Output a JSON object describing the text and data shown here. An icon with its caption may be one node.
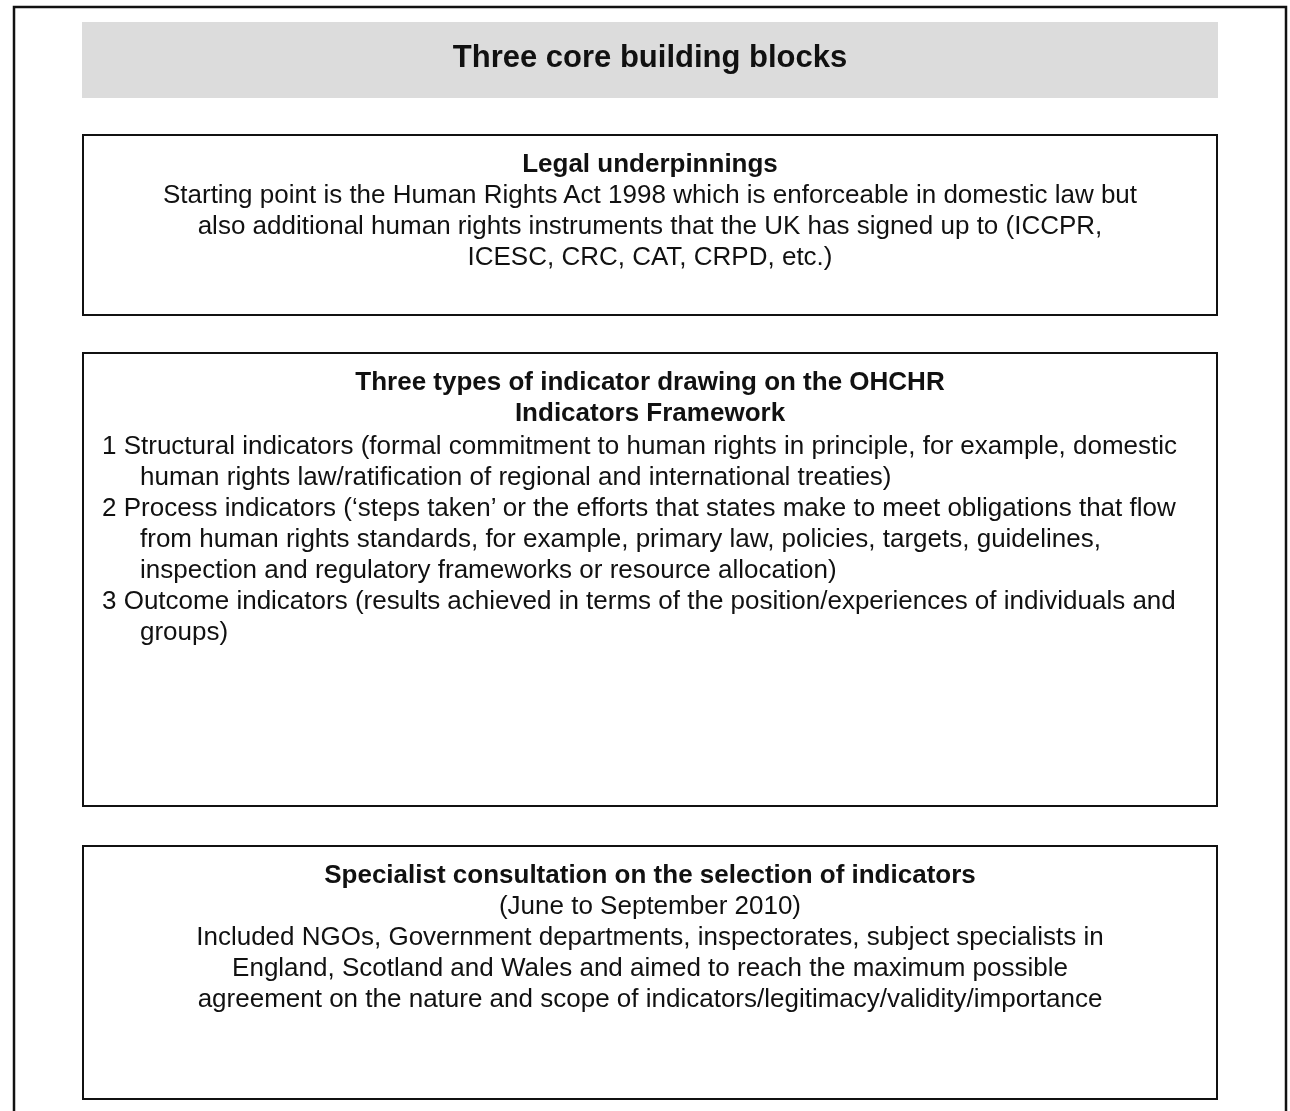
{
  "diagram": {
    "nodes": [
      {
        "text": [
          "Three core building blocks"
        ]
      },
      {
        "text": [
          "Legal underpinnings",
          "Starting point is the Human Rights Act 1998 which is enforceable in domestic law but also additional human rights instruments that the UK has signed up to (ICCPR, ICESC, CRC, CAT, CRPD, etc.)"
        ]
      },
      {
        "text": [
          "Three types of indicator drawing on the OHCHR Indicators Framework",
          "1 Structural indicators (formal commitment to human rights in principle, for example, domestic human rights law/ratification of regional and international treaties)",
          "2 Process indicators (‘steps taken’ or the efforts that states make to meet obligations that flow from human rights standards, for example, primary law, policies, targets, guidelines, inspection and regulatory frameworks or resource allocation)",
          "3 Outcome indicators (results achieved in terms of the position/experiences of individuals and groups)"
        ]
      },
      {
        "text": [
          "Specialist consultation on the selection of indicators",
          "(June to September 2010)",
          "Included NGOs, Government departments, inspectorates, subject specialists in England, Scotland and Wales and aimed to reach the maximum possible agreement on the nature and scope of indicators/legitimacy/validity/importance"
        ]
      }
    ]
  }
}
